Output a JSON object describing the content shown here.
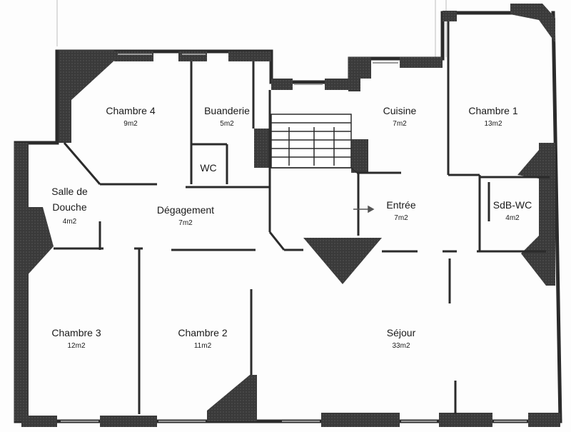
{
  "plan": {
    "rooms": [
      {
        "key": "chambre4",
        "name": "Chambre 4",
        "area": "9m2"
      },
      {
        "key": "buanderie",
        "name": "Buanderie",
        "area": "5m2"
      },
      {
        "key": "cuisine",
        "name": "Cuisine",
        "area": "7m2"
      },
      {
        "key": "chambre1",
        "name": "Chambre 1",
        "area": "13m2"
      },
      {
        "key": "wc",
        "name": "WC",
        "area": ""
      },
      {
        "key": "salle_douche",
        "name": "Salle de Douche",
        "area": "4m2"
      },
      {
        "key": "degagement",
        "name": "Dégagement",
        "area": "7m2"
      },
      {
        "key": "entree",
        "name": "Entrée",
        "area": "7m2"
      },
      {
        "key": "sdb_wc",
        "name": "SdB-WC",
        "area": "4m2"
      },
      {
        "key": "chambre3",
        "name": "Chambre 3",
        "area": "12m2"
      },
      {
        "key": "chambre2",
        "name": "Chambre 2",
        "area": "11m2"
      },
      {
        "key": "sejour",
        "name": "Séjour",
        "area": "33m2"
      }
    ]
  },
  "colors": {
    "wall": "#2b2b2b",
    "background": "#fdfdfd",
    "text": "#1a1a1a"
  }
}
